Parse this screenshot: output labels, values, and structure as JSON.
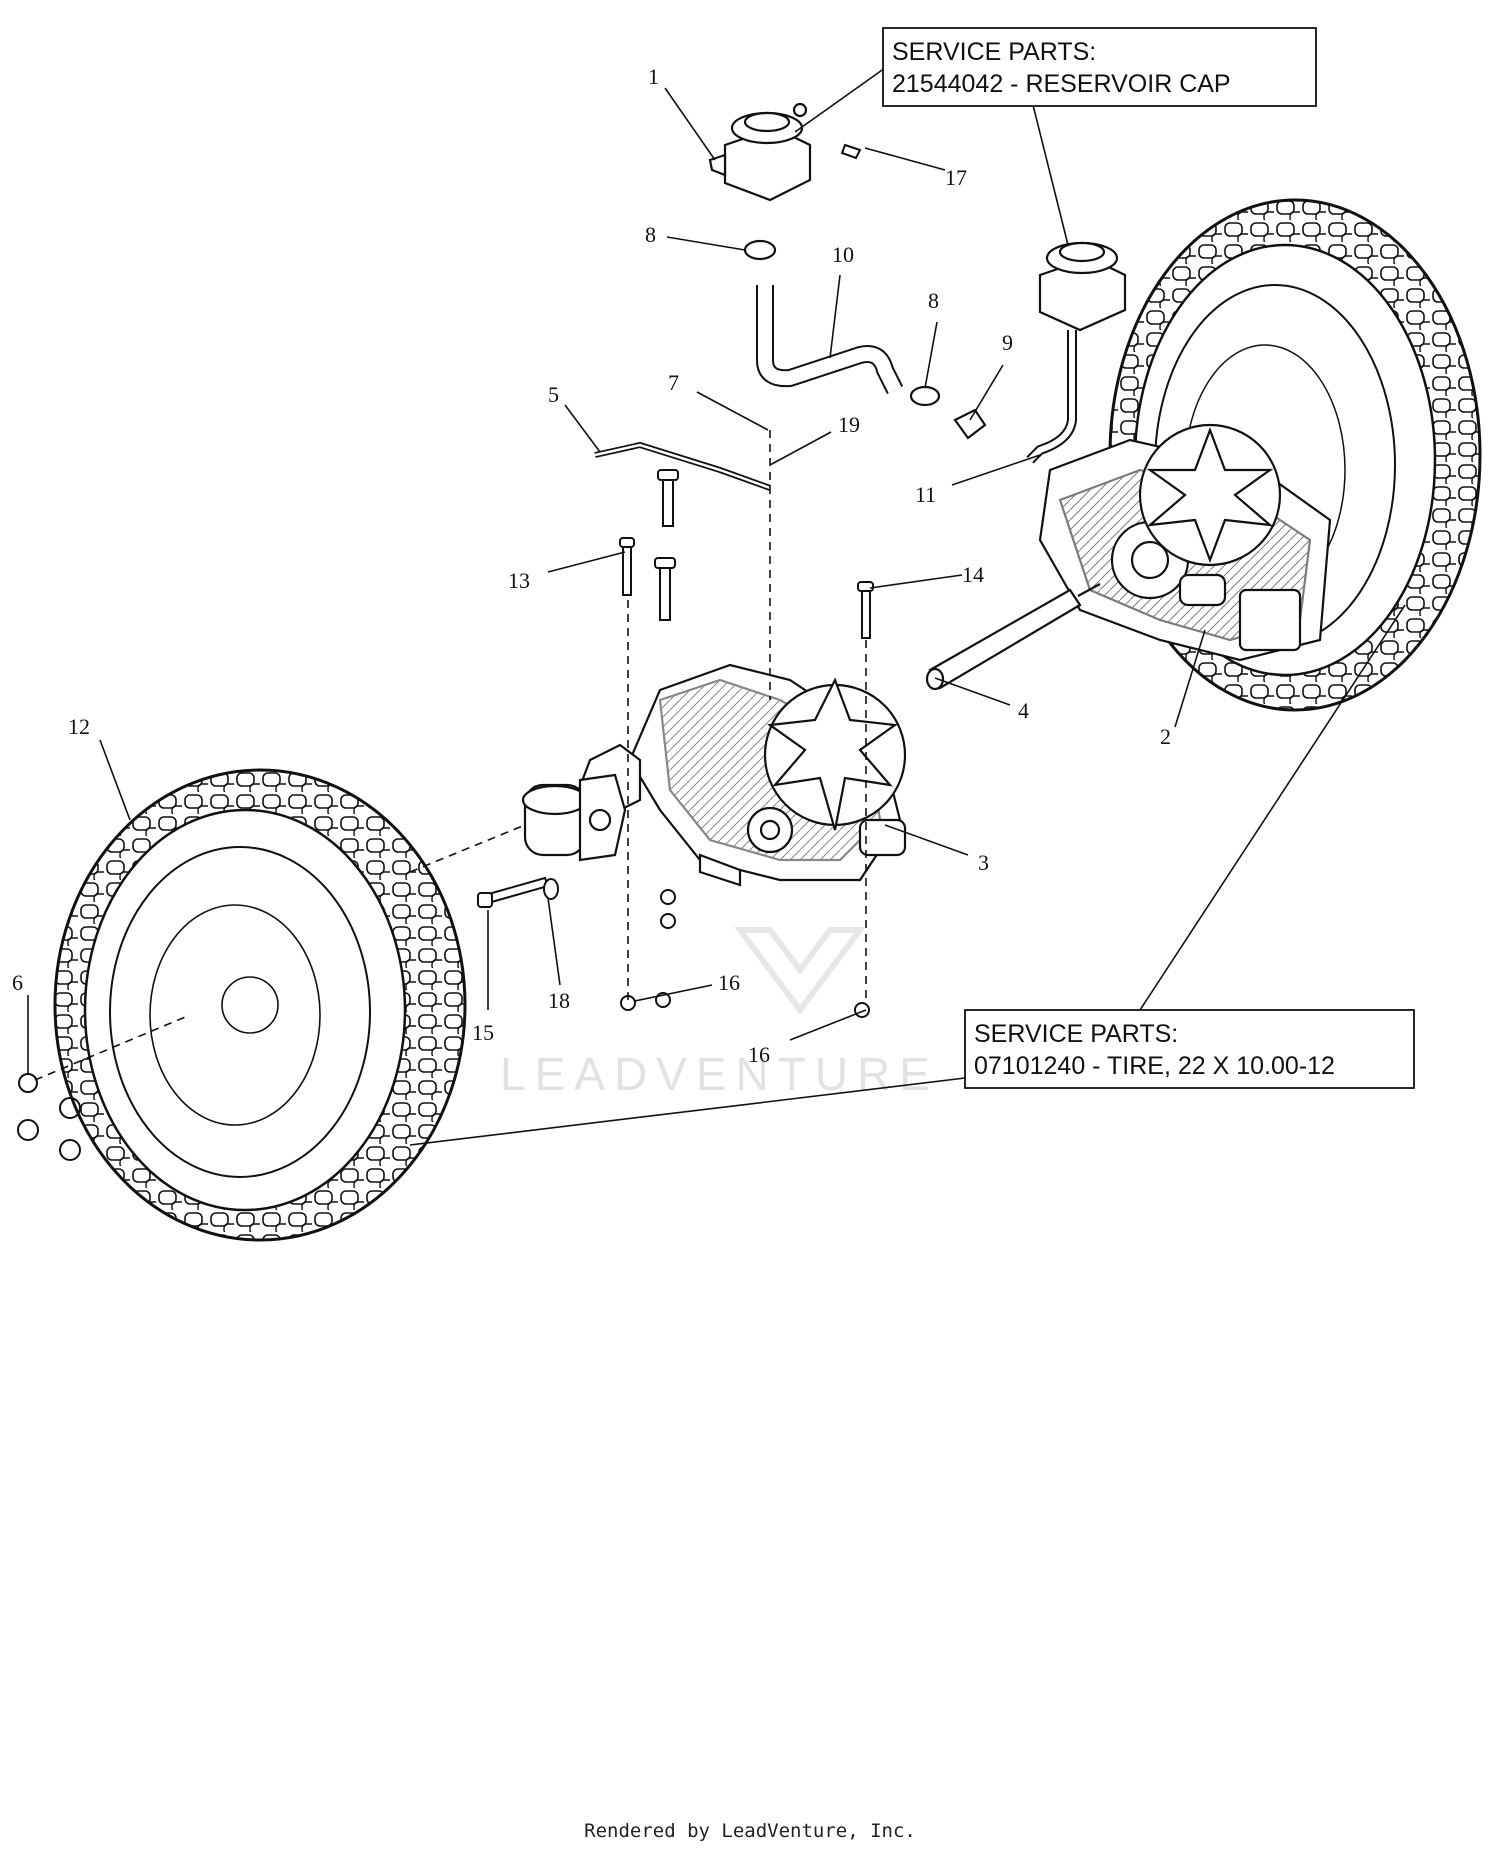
{
  "callouts": [
    {
      "id": "1",
      "label": "1"
    },
    {
      "id": "2",
      "label": "2"
    },
    {
      "id": "3",
      "label": "3"
    },
    {
      "id": "4",
      "label": "4"
    },
    {
      "id": "5",
      "label": "5"
    },
    {
      "id": "6",
      "label": "6"
    },
    {
      "id": "7",
      "label": "7"
    },
    {
      "id": "8a",
      "label": "8"
    },
    {
      "id": "8b",
      "label": "8"
    },
    {
      "id": "9",
      "label": "9"
    },
    {
      "id": "10",
      "label": "10"
    },
    {
      "id": "11",
      "label": "11"
    },
    {
      "id": "12",
      "label": "12"
    },
    {
      "id": "13",
      "label": "13"
    },
    {
      "id": "14",
      "label": "14"
    },
    {
      "id": "15",
      "label": "15"
    },
    {
      "id": "16a",
      "label": "16"
    },
    {
      "id": "16b",
      "label": "16"
    },
    {
      "id": "17",
      "label": "17"
    },
    {
      "id": "18",
      "label": "18"
    },
    {
      "id": "19",
      "label": "19"
    }
  ],
  "service_parts": [
    {
      "line1": "SERVICE PARTS:",
      "line2": "21544042 - RESERVOIR CAP"
    },
    {
      "line1": "SERVICE PARTS:",
      "line2": "07101240 - TIRE, 22 X 10.00-12"
    }
  ],
  "watermark": "LEADVENTURE",
  "footer": "Rendered by LeadVenture, Inc."
}
